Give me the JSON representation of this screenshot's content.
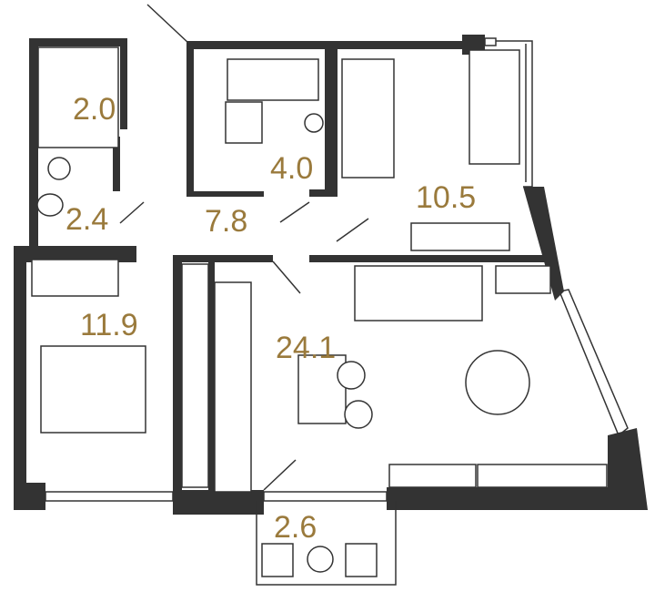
{
  "colors": {
    "walls": "#333333",
    "area_labels": "#9a7a3c",
    "background": "#ffffff"
  },
  "rooms": [
    {
      "id": "wardrobe",
      "area": "2.0"
    },
    {
      "id": "bathroom-small",
      "area": "2.4"
    },
    {
      "id": "hallway",
      "area": "7.8"
    },
    {
      "id": "bathroom",
      "area": "4.0"
    },
    {
      "id": "bedroom-right",
      "area": "10.5"
    },
    {
      "id": "bedroom-left",
      "area": "11.9"
    },
    {
      "id": "living-kitchen",
      "area": "24.1"
    },
    {
      "id": "balcony",
      "area": "2.6"
    }
  ]
}
